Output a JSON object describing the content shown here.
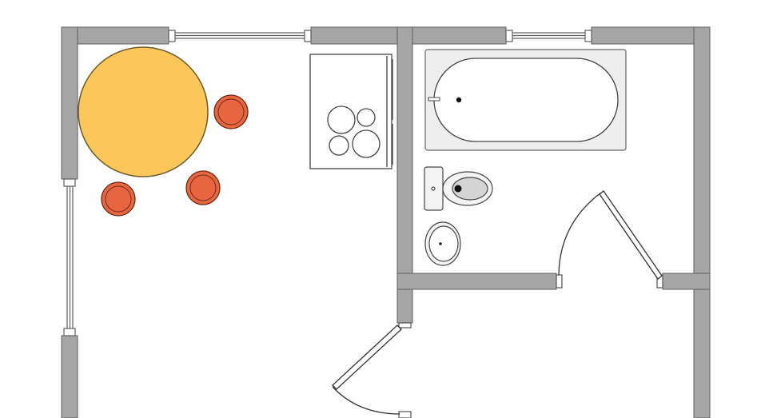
{
  "colors": {
    "wall_fill": "#a6a6a6",
    "wall_stroke": "#5e5e5e",
    "table": "#fbc75a",
    "table_stroke": "#6b5a2a",
    "chair": "#e8663f",
    "chair_stroke": "#6a2a1a",
    "fixture": "#f1f1f1",
    "fixture_stroke": "#555555",
    "background": "#ffffff"
  },
  "rooms": [
    "kitchen",
    "bathroom",
    "hallway"
  ],
  "furniture": {
    "table_shape": "round",
    "chair_count": 3,
    "stove_burners": 4,
    "fixtures": [
      "bathtub",
      "toilet",
      "washbasin"
    ]
  },
  "doors": 2,
  "windows": 3
}
